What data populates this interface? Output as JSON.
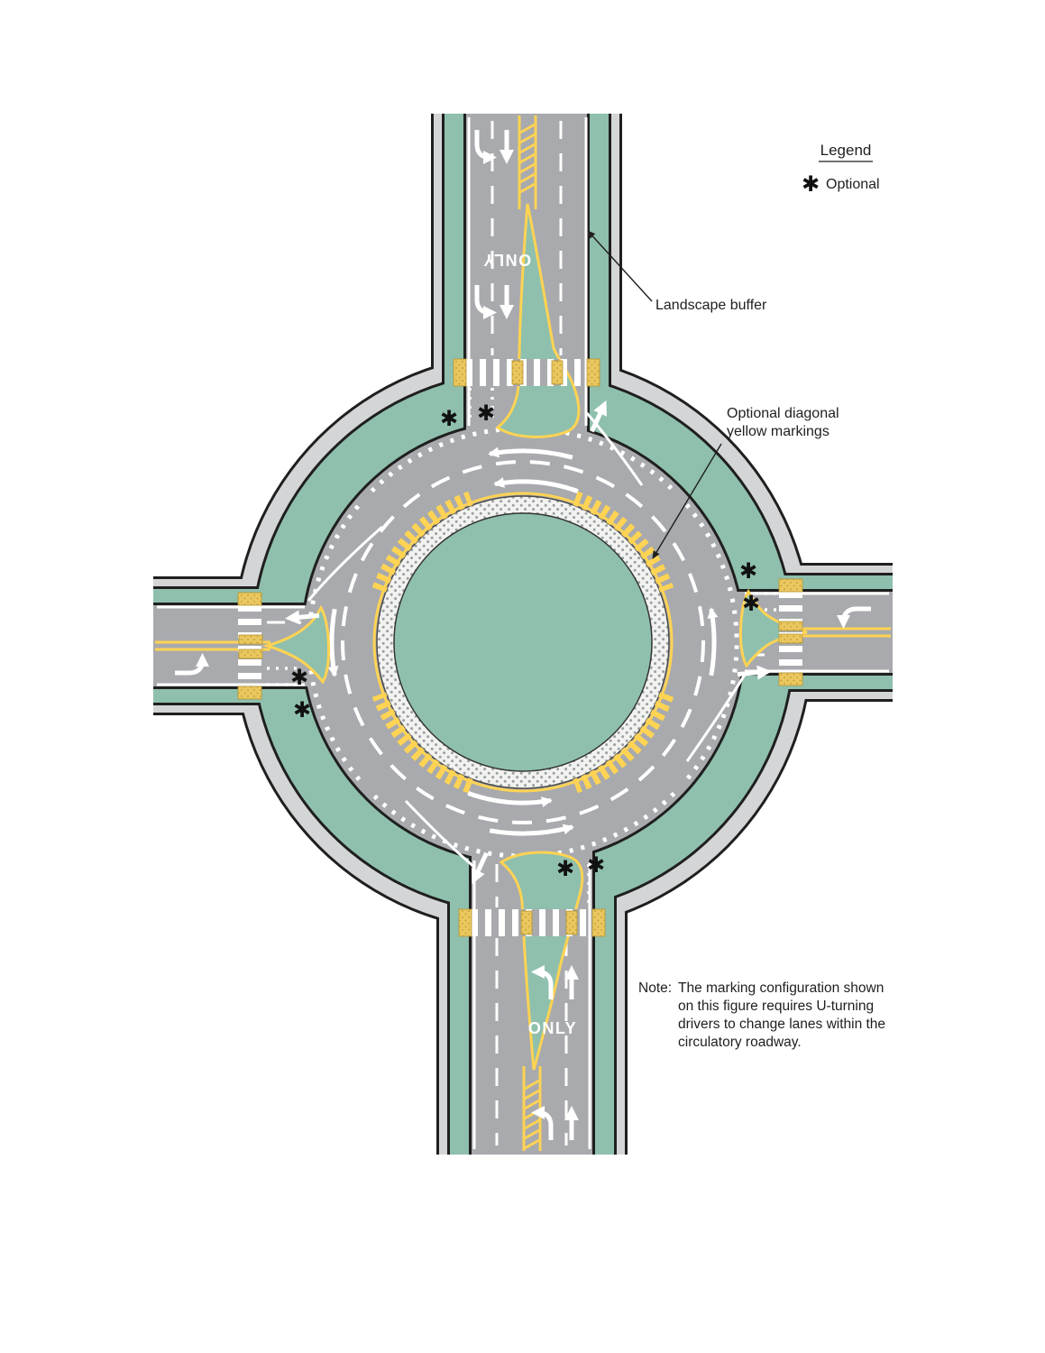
{
  "legend": {
    "title": "Legend",
    "symbol": "✱",
    "optional_label": "Optional"
  },
  "callouts": {
    "landscape_buffer": "Landscape buffer",
    "optional_diagonal": [
      "Optional diagonal",
      "yellow markings"
    ]
  },
  "note": {
    "label": "Note:",
    "lines": [
      "The marking configuration shown",
      "on this figure requires U-turning",
      "drivers to change lanes within the",
      "circulatory roadway."
    ]
  },
  "road_text": {
    "only_top": "ONLY",
    "only_bottom": "ONLY"
  },
  "markers": {
    "optional": "✱"
  },
  "colors": {
    "roadway_gray": "#A8AAAD",
    "sidewalk_gray": "#D4D5D6",
    "landscape_teal": "#8FC0AD",
    "marking_yellow": "#FFD353",
    "marking_white": "#FFFFFF",
    "outline_black": "#1F1F1F"
  }
}
